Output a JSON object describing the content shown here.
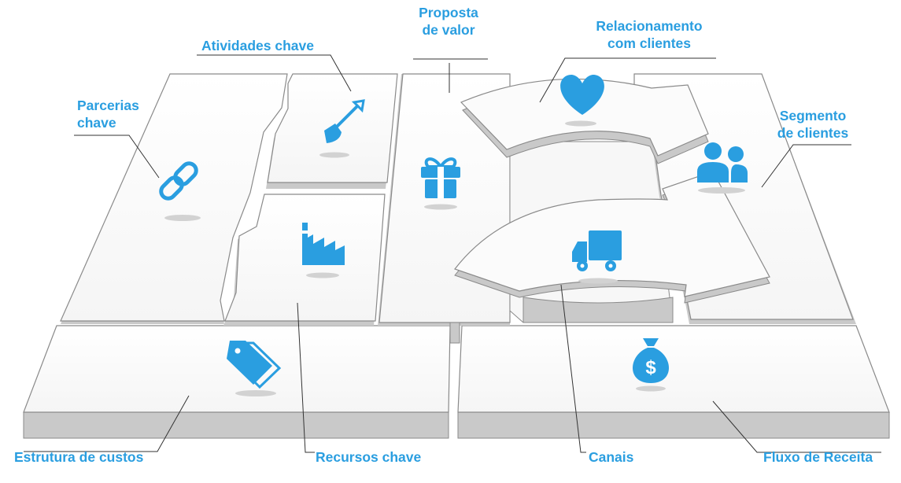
{
  "canvas": {
    "title": "Business Model Canvas",
    "accent_color": "#2a9ee0",
    "surface_color": "#fbfbfb",
    "side_color": "#c9c9c9",
    "edge_color": "#8a8a8a"
  },
  "blocks": {
    "key_partners": {
      "lines": [
        "Parcerias",
        "chave"
      ],
      "icon": "chain-link-icon"
    },
    "key_activities": {
      "lines": [
        "Atividades chave"
      ],
      "icon": "shovel-icon"
    },
    "key_resources": {
      "lines": [
        "Recursos chave"
      ],
      "icon": "factory-icon"
    },
    "value_proposition": {
      "lines": [
        "Proposta",
        "de valor"
      ],
      "icon": "gift-icon"
    },
    "customer_relationships": {
      "lines": [
        "Relacionamento",
        "com clientes"
      ],
      "icon": "heart-icon"
    },
    "channels": {
      "lines": [
        "Canais"
      ],
      "icon": "truck-icon"
    },
    "customer_segments": {
      "lines": [
        "Segmento",
        "de clientes"
      ],
      "icon": "users-icon"
    },
    "cost_structure": {
      "lines": [
        "Estrutura de custos"
      ],
      "icon": "price-tags-icon"
    },
    "revenue_streams": {
      "lines": [
        "Fluxo de Receita"
      ],
      "icon": "money-bag-icon"
    }
  }
}
